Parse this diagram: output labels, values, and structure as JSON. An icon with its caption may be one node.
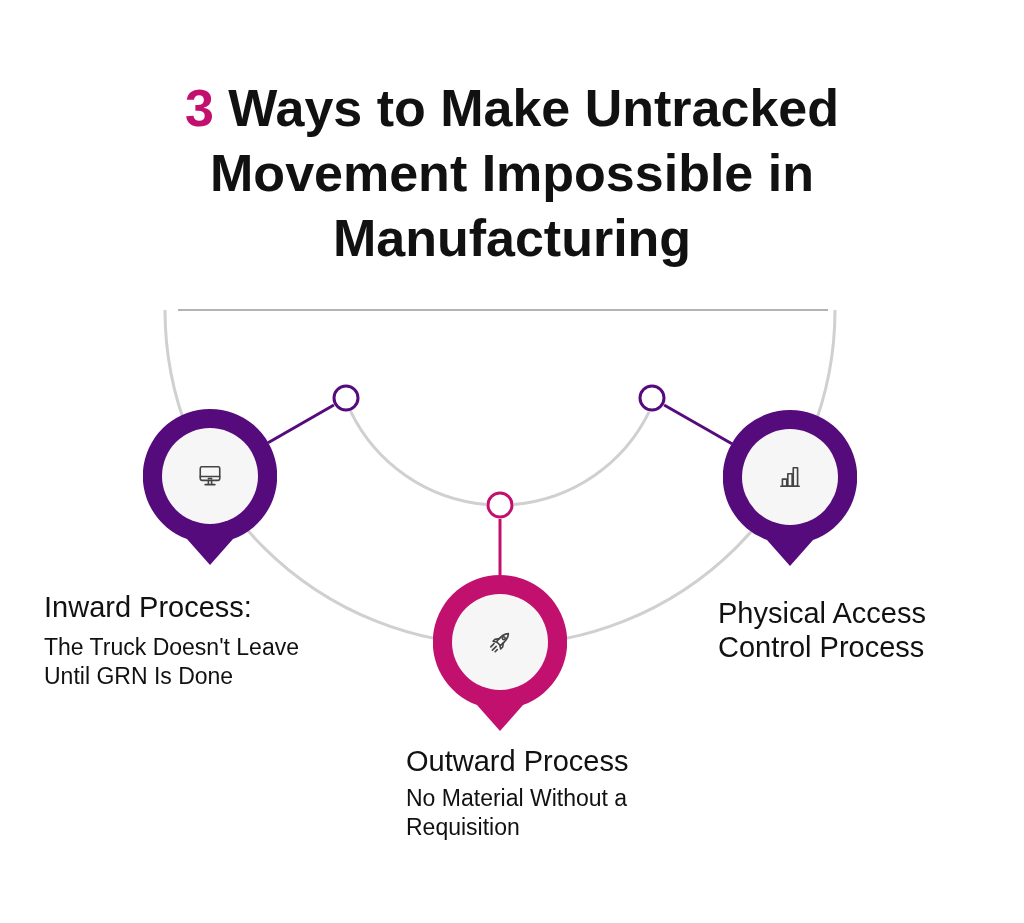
{
  "diagram": {
    "title": "3 Ways to Make Untracked Movement Impossible in Manufacturing",
    "nodes": [
      {
        "text": [],
        "shape": "pin",
        "beside": [
          "Inward Process:",
          "The Truck Doesn't Leave Until GRN Is Done"
        ]
      },
      {
        "text": [],
        "shape": "circle"
      },
      {
        "text": [],
        "shape": "pin",
        "beside": [
          "Outward Process",
          "No Material Without a Requisition"
        ]
      },
      {
        "text": [],
        "shape": "circle"
      },
      {
        "text": [],
        "shape": "pin",
        "beside": [
          "Physical Access Control Process"
        ]
      },
      {
        "text": [],
        "shape": "circle"
      }
    ],
    "edges": [
      {
        "from": 1,
        "to": 0,
        "arrow": "none"
      },
      {
        "from": 3,
        "to": 2,
        "arrow": "none",
        "color": "#c2106f"
      },
      {
        "from": 5,
        "to": 4,
        "arrow": "none"
      },
      {
        "from": 1,
        "to": 3,
        "arrow": "none",
        "color": "#d0d0d0"
      },
      {
        "from": 3,
        "to": 5,
        "arrow": "none",
        "color": "#d0d0d0"
      }
    ]
  }
}
